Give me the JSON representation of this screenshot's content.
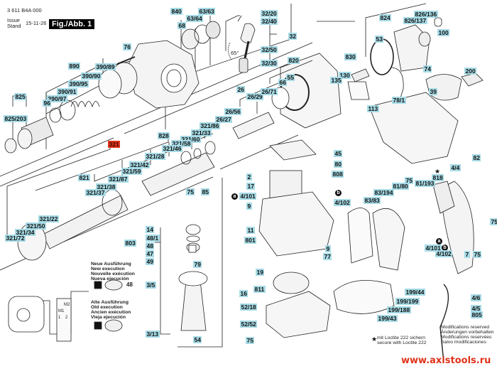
{
  "header": {
    "doc_number": "3 611 B4A 000",
    "issue_label_1": "Issue",
    "issue_label_2": "Stand",
    "issue_date": "15-11-26",
    "figure_label": "Fig./Abb. 1"
  },
  "colors": {
    "label_bg": "#a7dbe6",
    "highlight_label_bg": "#e0331b",
    "url_color": "#e0331b"
  },
  "labels": {
    "l840": "840",
    "l63_64": "63/64",
    "l63_63": "63/63",
    "l68": "68",
    "l76": "76",
    "l890": "890",
    "l390_89": "390/89",
    "l390_90": "390/90",
    "l390_95": "390/95",
    "l390_91": "390/91",
    "l390_97": "390/97",
    "l96": "96",
    "l825": "825",
    "l825_203": "825/203",
    "l321": "321",
    "l32_20": "32/20",
    "l32_40": "32/40",
    "l32": "32",
    "l32_50": "32/50",
    "l32_30": "32/30",
    "angle": "65°",
    "l820": "820",
    "l55": "55",
    "l66": "66",
    "l26": "26",
    "l26_29": "26/29",
    "l26_71": "26/71",
    "l26_56": "26/56",
    "l26_27": "26/27",
    "l828": "828",
    "l321_86": "321/86",
    "l321_33": "321/33",
    "l321_60": "321/60",
    "l321_58": "321/58",
    "l321_46": "321/46",
    "l321_28": "321/28",
    "l321_42": "321/42",
    "l321_59": "321/59",
    "l821": "821",
    "l321_87": "321/87",
    "l321_38": "321/38",
    "l321_37": "321/37",
    "l321_22": "321/22",
    "l321_50": "321/50",
    "l321_34": "321/34",
    "l321_72": "321/72",
    "l824": "824",
    "l826_136": "826/136",
    "l826_137": "826/137",
    "l100": "100",
    "l53": "53",
    "l830": "830",
    "l130": "130",
    "l135": "135",
    "l74": "74",
    "l113": "113",
    "l78_1": "78/1",
    "l200": "200",
    "l39": "39",
    "l82": "82",
    "l4_4": "4/4",
    "l818": "818",
    "l81_193": "81/193",
    "l81_80": "81/80",
    "l75a": "75",
    "l83_194": "83/194",
    "l83_83": "83/83",
    "l4_101_right": "4/101",
    "l4_102_right": "4/102",
    "l75b": "75",
    "l7": "7",
    "l75c": "75",
    "l45": "45",
    "l80": "80",
    "l808": "808",
    "l2": "2",
    "l17": "17",
    "l4_101": "4/101",
    "l4_102": "4/102",
    "l9a": "9",
    "l11": "11",
    "l801": "801",
    "l9b": "9",
    "l77": "77",
    "l19": "19",
    "l811": "811",
    "l16": "16",
    "l52_18": "52/18",
    "l52_52": "52/52",
    "l75d": "75",
    "l75e": "75",
    "l85": "85",
    "l803": "803",
    "l14": "14",
    "l48_1": "48/1",
    "l48": "48",
    "l47": "47",
    "l49": "49",
    "l79": "79",
    "l3_5": "3/5",
    "l3_13": "3/13",
    "l54": "54",
    "l48b": "48",
    "l199_44": "199/44",
    "l199_199": "199/199",
    "l199_188": "199/188",
    "l199_43": "199/43",
    "l4_6": "4/6",
    "l4_5": "4/5",
    "l805": "805",
    "circle_a": "a",
    "circle_b": "b",
    "star": "★",
    "m1": "M1",
    "m2": "M2",
    "p1": "1",
    "p2": "2"
  },
  "notes": {
    "new_execution": [
      "Neue Ausführung",
      "New execution",
      "Nouvelle exécution",
      "Nueva ejecución"
    ],
    "old_execution": [
      "Alte Ausführung",
      "Old execution",
      "Ancien exécution",
      "Vieja ejecución"
    ],
    "loctite": [
      "mit Loctite 222 sichern",
      "secure with Loctite 222"
    ],
    "modifications": [
      "Modifications reserved",
      "Änderungen vorbehalten",
      "Modifications reservées",
      "Salvo modificaciones"
    ]
  },
  "watermark": "www.axistools.ru"
}
